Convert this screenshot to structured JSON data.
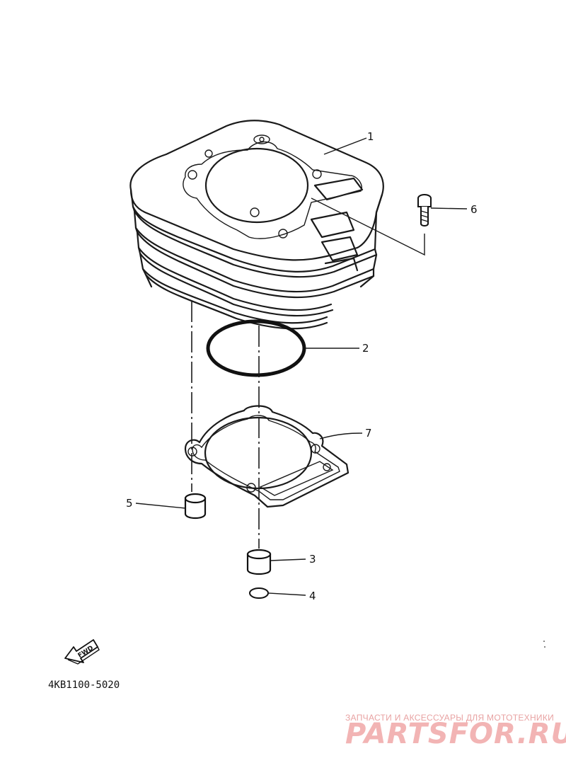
{
  "callouts": [
    {
      "number": "1",
      "part": "cylinder"
    },
    {
      "number": "2",
      "part": "o-ring-large"
    },
    {
      "number": "3",
      "part": "dowel-pin"
    },
    {
      "number": "4",
      "part": "o-ring-small"
    },
    {
      "number": "5",
      "part": "dowel-pin"
    },
    {
      "number": "6",
      "part": "bolt"
    },
    {
      "number": "7",
      "part": "cylinder-gasket"
    }
  ],
  "fwd_arrow_label": "FWD",
  "diagram_code": "4KB1100-5020",
  "watermark": {
    "tagline": "ЗАПЧАСТИ И АКСЕССУАРЫ ДЛЯ МОТОТЕХНИКИ",
    "brand": "PARTSFOR.RU"
  },
  "colors": {
    "line": "#1a1a1a",
    "watermark": "#f2b4b4"
  }
}
